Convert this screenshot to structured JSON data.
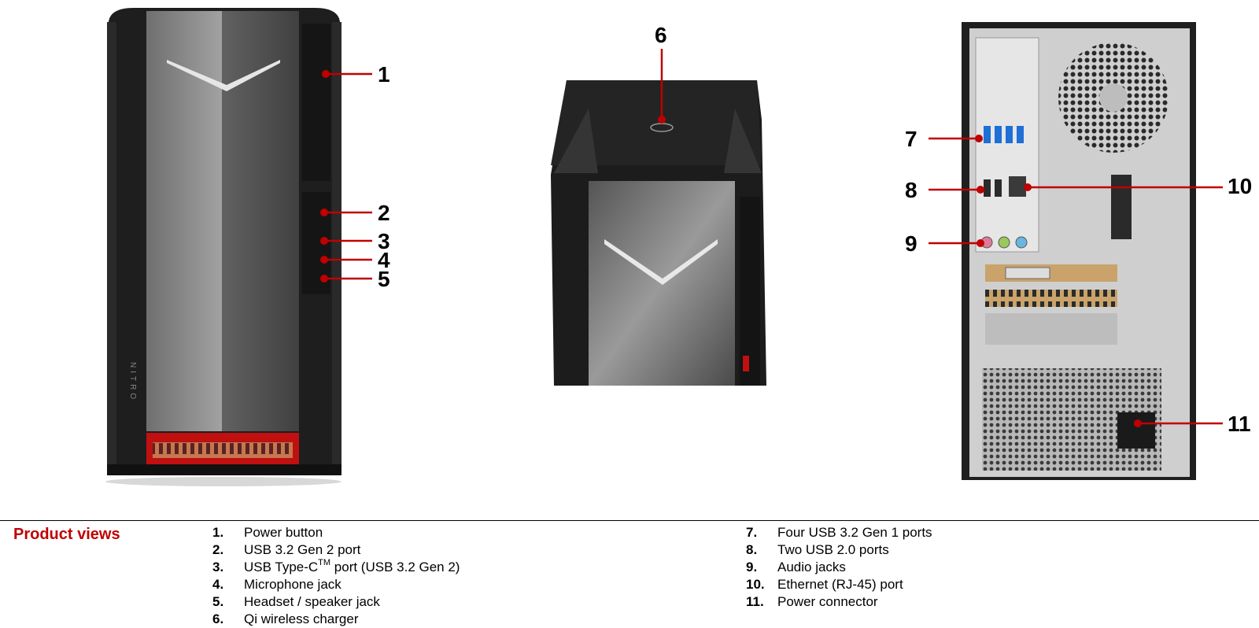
{
  "figure": {
    "front_view": {
      "brand_text": "NITRO"
    },
    "callouts": [
      "1",
      "2",
      "3",
      "4",
      "5",
      "6",
      "7",
      "8",
      "9",
      "10",
      "11"
    ]
  },
  "section_title": "Product views",
  "items_left": [
    {
      "num": "1.",
      "label": "Power button"
    },
    {
      "num": "2.",
      "label": "USB 3.2 Gen 2 port"
    },
    {
      "num": "3.",
      "label_before": "USB Type-C",
      "label_sup": "TM",
      "label_after": " port (USB 3.2 Gen 2)"
    },
    {
      "num": "4.",
      "label": "Microphone jack"
    },
    {
      "num": "5.",
      "label": "Headset / speaker jack"
    },
    {
      "num": "6.",
      "label": "Qi wireless charger"
    }
  ],
  "items_right": [
    {
      "num": "7.",
      "label": "Four USB 3.2 Gen 1 ports"
    },
    {
      "num": "8.",
      "label": "Two USB 2.0 ports"
    },
    {
      "num": "9.",
      "label": "Audio jacks"
    },
    {
      "num": "10.",
      "label": "Ethernet (RJ-45) port"
    },
    {
      "num": "11.",
      "label": "Power connector"
    }
  ],
  "colors": {
    "accent_red": "#c00000",
    "case_black": "#1c1c1c",
    "case_silver": "#8a8a8a",
    "chassis_gray": "#c9c9c9"
  }
}
